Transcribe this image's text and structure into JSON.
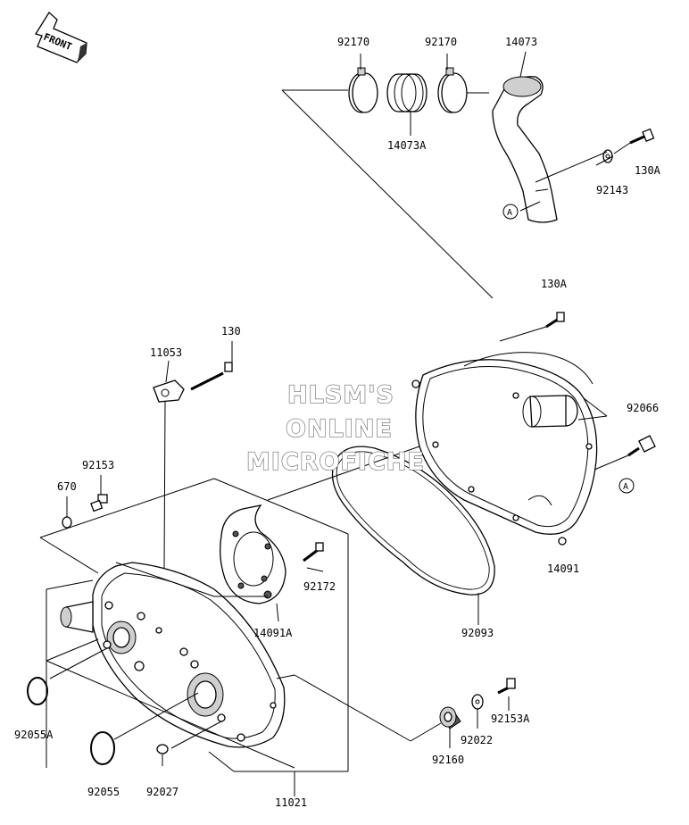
{
  "front_arrow_label": "FRONT",
  "watermark": {
    "line1": "HLSM'S",
    "line2": "ONLINE",
    "line3": "MICROFICHE"
  },
  "callouts": {
    "p92170_left": "92170",
    "p92170_right": "92170",
    "p14073": "14073",
    "p14073A": "14073A",
    "p130A_top": "130A",
    "p92143": "92143",
    "ref_A_top": "A",
    "p130A_mid": "130A",
    "p130": "130",
    "p11053": "11053",
    "p92066": "92066",
    "ref_A_bottom": "A",
    "p92153": "92153",
    "p670": "670",
    "p92172": "92172",
    "p14091": "14091",
    "p14091A": "14091A",
    "p92093": "92093",
    "p92055A": "92055A",
    "p92055": "92055",
    "p92027": "92027",
    "p11021": "11021",
    "p92160": "92160",
    "p92022": "92022",
    "p92153A": "92153A"
  }
}
